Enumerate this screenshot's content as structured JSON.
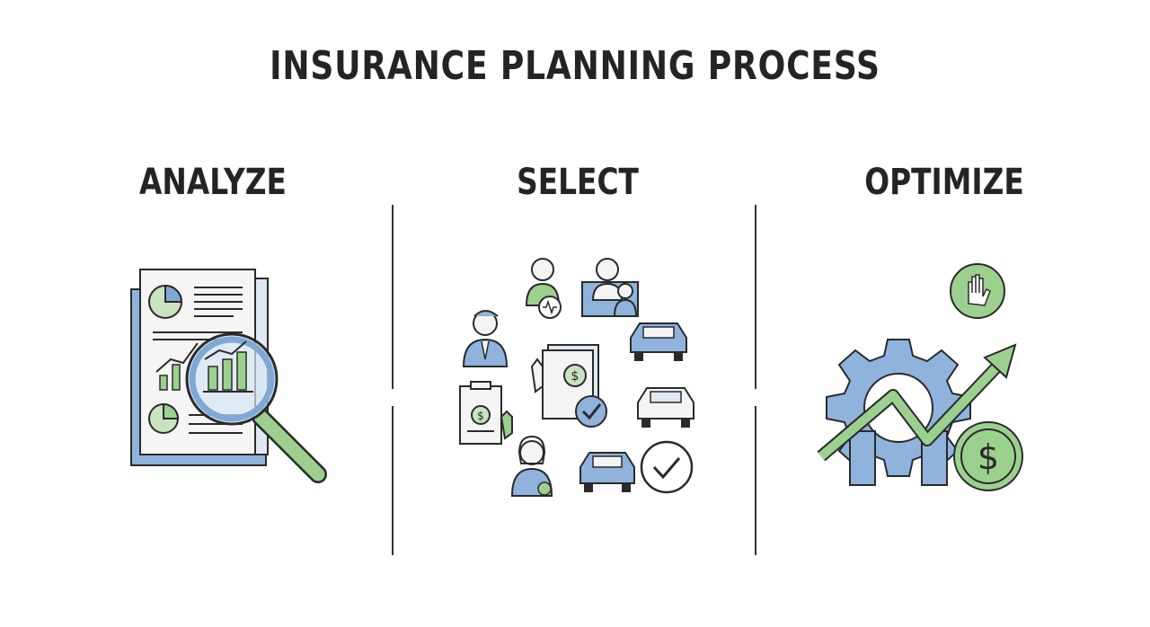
{
  "title": "INSURANCE PLANNING PROCESS",
  "steps": [
    {
      "label": "ANALYZE"
    },
    {
      "label": "SELECT"
    },
    {
      "label": "OPTIMIZE"
    }
  ],
  "colors": {
    "blue": "#7fa8d6",
    "blue_dark": "#2f4f6f",
    "green": "#9cd08f",
    "green_dark": "#2e5a2e",
    "ink": "#242424",
    "paper": "#f4f4f4"
  },
  "icons": {
    "analyze": [
      "document-stack-icon",
      "pie-chart-icon",
      "bar-chart-icon",
      "magnifying-glass-icon"
    ],
    "select": [
      "agent-icon",
      "family-icon",
      "businessman-icon",
      "car-icon",
      "policy-book-icon",
      "clipboard-dollar-icon",
      "woman-icon",
      "checkmark-circle-icon"
    ],
    "optimize": [
      "gear-icon",
      "growth-arrow-icon",
      "hand-badge-icon",
      "dollar-coin-icon"
    ]
  }
}
